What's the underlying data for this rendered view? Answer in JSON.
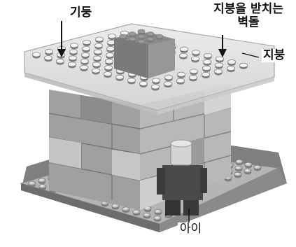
{
  "labels": {
    "pillar": "기둥",
    "wall_line1": "지붕을 받치는",
    "wall_line2": "벽돌",
    "roof": "지붕",
    "child": "아이"
  },
  "colors": {
    "base": "#8e8e8e",
    "base_top": "#b3b3b3",
    "roof_top": "#dedede",
    "brick_light": "#bdbdbd",
    "brick_mid": "#a4a4a4",
    "brick_dark": "#7c7c7c",
    "figure": "#4a4a4a",
    "figure_head": "#d0d0d0"
  }
}
